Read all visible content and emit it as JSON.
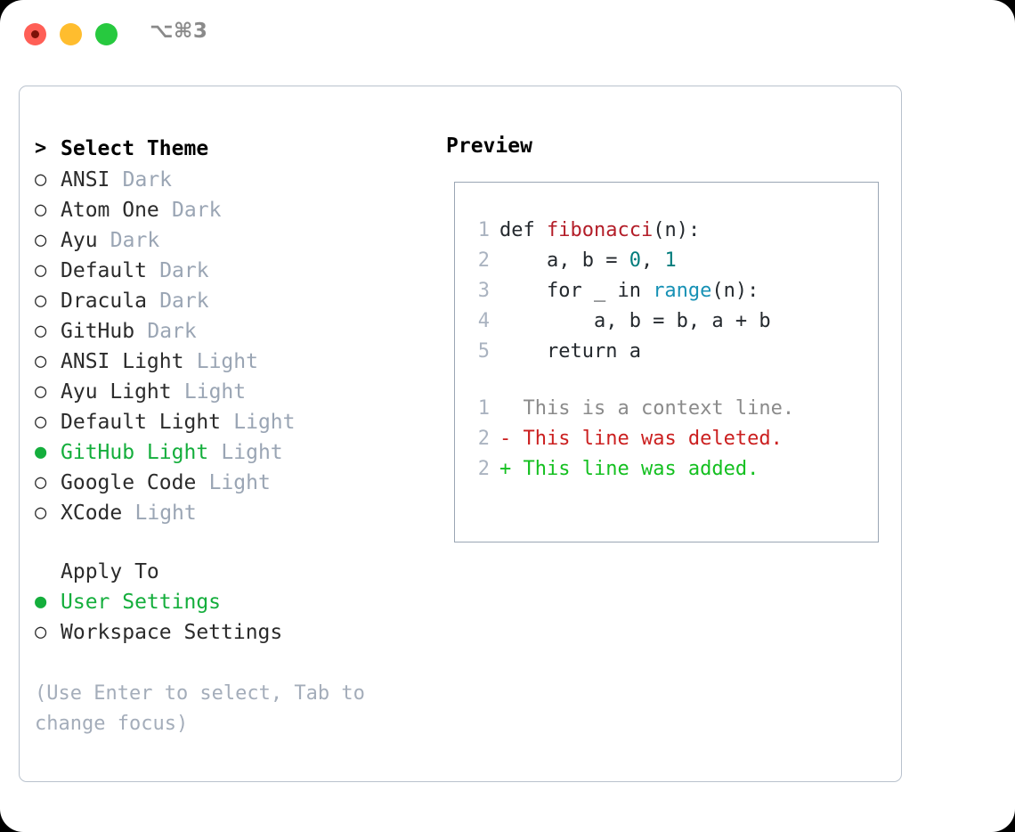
{
  "titlebar": {
    "shortcut": "⌥⌘3",
    "buttons": {
      "close": "close-traffic-light",
      "minimize": "minimize-traffic-light",
      "maximize": "maximize-traffic-light"
    }
  },
  "theme_picker": {
    "header": {
      "prefix": ">",
      "label": "Select Theme"
    },
    "bullets": {
      "unselected": "○",
      "selected": "●"
    },
    "items": [
      {
        "bullet": "○",
        "label": "ANSI",
        "tag": "Dark",
        "selected": false
      },
      {
        "bullet": "○",
        "label": "Atom One",
        "tag": "Dark",
        "selected": false
      },
      {
        "bullet": "○",
        "label": "Ayu",
        "tag": "Dark",
        "selected": false
      },
      {
        "bullet": "○",
        "label": "Default",
        "tag": "Dark",
        "selected": false
      },
      {
        "bullet": "○",
        "label": "Dracula",
        "tag": "Dark",
        "selected": false
      },
      {
        "bullet": "○",
        "label": "GitHub",
        "tag": "Dark",
        "selected": false
      },
      {
        "bullet": "○",
        "label": "ANSI Light",
        "tag": "Light",
        "selected": false
      },
      {
        "bullet": "○",
        "label": "Ayu Light",
        "tag": "Light",
        "selected": false
      },
      {
        "bullet": "○",
        "label": "Default Light",
        "tag": "Light",
        "selected": false
      },
      {
        "bullet": "●",
        "label": "GitHub Light",
        "tag": "Light",
        "selected": true
      },
      {
        "bullet": "○",
        "label": "Google Code",
        "tag": "Light",
        "selected": false
      },
      {
        "bullet": "○",
        "label": "XCode",
        "tag": "Light",
        "selected": false
      }
    ]
  },
  "apply_to": {
    "heading": "Apply To",
    "options": [
      {
        "bullet": "●",
        "label": "User Settings",
        "selected": true
      },
      {
        "bullet": "○",
        "label": "Workspace Settings",
        "selected": false
      }
    ]
  },
  "hint": "(Use Enter to select, Tab to change focus)",
  "preview": {
    "title": "Preview",
    "code_lines": [
      {
        "number": "1",
        "tokens": [
          {
            "text": "def ",
            "kind": "plain"
          },
          {
            "text": "fibonacci",
            "kind": "func"
          },
          {
            "text": "(n):",
            "kind": "plain"
          }
        ]
      },
      {
        "number": "2",
        "tokens": [
          {
            "text": "    a, b = ",
            "kind": "plain"
          },
          {
            "text": "0",
            "kind": "num"
          },
          {
            "text": ", ",
            "kind": "plain"
          },
          {
            "text": "1",
            "kind": "num"
          }
        ]
      },
      {
        "number": "3",
        "tokens": [
          {
            "text": "    for _ in ",
            "kind": "plain"
          },
          {
            "text": "range",
            "kind": "call"
          },
          {
            "text": "(n):",
            "kind": "plain"
          }
        ]
      },
      {
        "number": "4",
        "tokens": [
          {
            "text": "        a, b = b, a + b",
            "kind": "plain"
          }
        ]
      },
      {
        "number": "5",
        "tokens": [
          {
            "text": "    return a",
            "kind": "plain"
          }
        ]
      }
    ],
    "diff_lines": [
      {
        "number": "1",
        "marker": "  ",
        "text": "This is a context line.",
        "kind": "ctx"
      },
      {
        "number": "2",
        "marker": "- ",
        "text": "This line was deleted.",
        "kind": "del"
      },
      {
        "number": "2",
        "marker": "+ ",
        "text": "This line was added.",
        "kind": "add"
      }
    ]
  },
  "colors": {
    "accent_green": "#14ae3c",
    "tag_gray": "#9aa5b4",
    "hint_gray": "#a4adba",
    "panel_border": "#b9c2cd",
    "preview_border": "#9aa6b4",
    "diff_add": "#14c020",
    "diff_del": "#cb1f1f",
    "syntax_func": "#b31d28",
    "syntax_num": "#017c7c",
    "syntax_call": "#1791b5"
  }
}
